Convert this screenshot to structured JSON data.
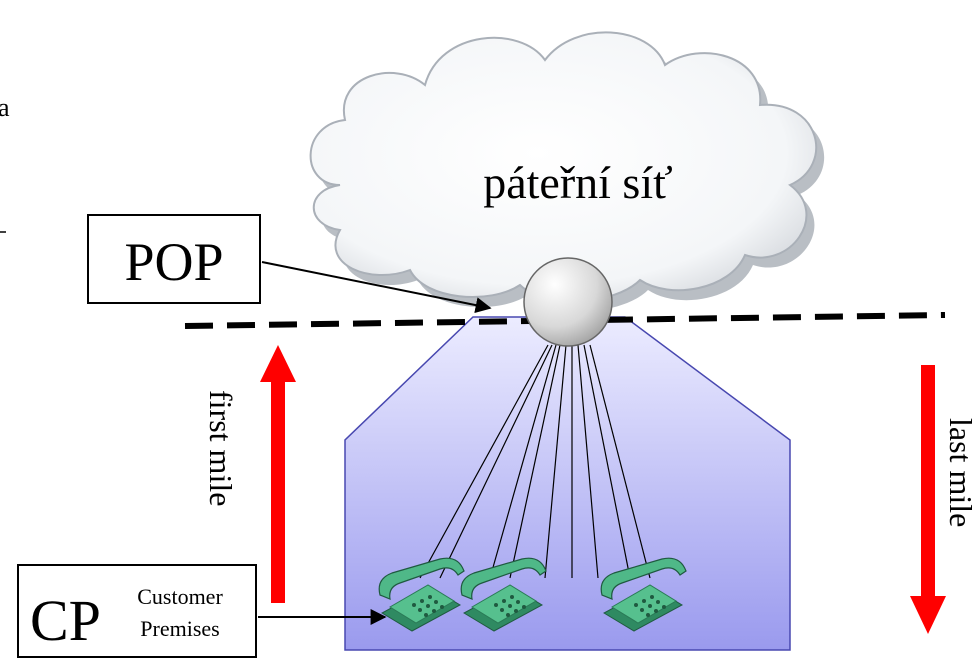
{
  "cloud": {
    "label": "páteřní síť"
  },
  "pop": {
    "label": "POP"
  },
  "cp": {
    "label": "CP",
    "sub_line1": "Customer",
    "sub_line2": "Premises"
  },
  "first_mile": {
    "label": "first mile"
  },
  "last_mile": {
    "label": "last mile"
  },
  "edge_text": {
    "fragment": "a"
  },
  "colors": {
    "region_top": "#e8e8ff",
    "region_bottom": "#9999ee",
    "region_border": "#4444aa",
    "arrow_red": "#ff0000",
    "phone_green": "#3faa7a",
    "cloud_shadow": "#9aa0a8"
  },
  "icons": [
    "cloud-shape",
    "pop-node",
    "telephone-icon",
    "red-arrow-up",
    "red-arrow-down"
  ]
}
